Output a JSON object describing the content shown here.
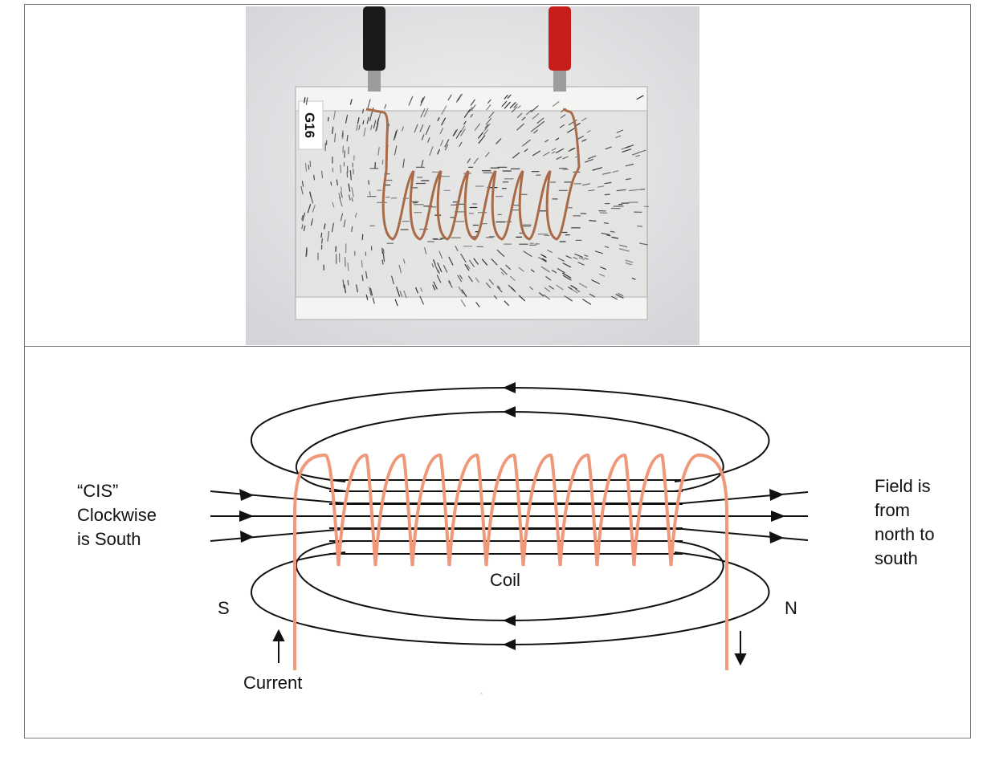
{
  "photo": {
    "tag_text": "G16",
    "colors": {
      "background": "#e9e9ea",
      "acrylic": "#d8d8d6",
      "copper": "#a86a47",
      "terminal_black": "#1a1a1a",
      "terminal_red": "#c81d1d",
      "filings": "#2b2b2b"
    }
  },
  "diagram": {
    "left_note": [
      "“CIS”",
      "Clockwise",
      "is South"
    ],
    "right_note": [
      "Field is",
      "from",
      "north to",
      "south"
    ],
    "coil_label": "Coil",
    "south_label": "S",
    "north_label": "N",
    "current_label": "Current",
    "colors": {
      "coil": "#f0987a",
      "field_lines": "#111111"
    },
    "coil_turns": 10
  }
}
